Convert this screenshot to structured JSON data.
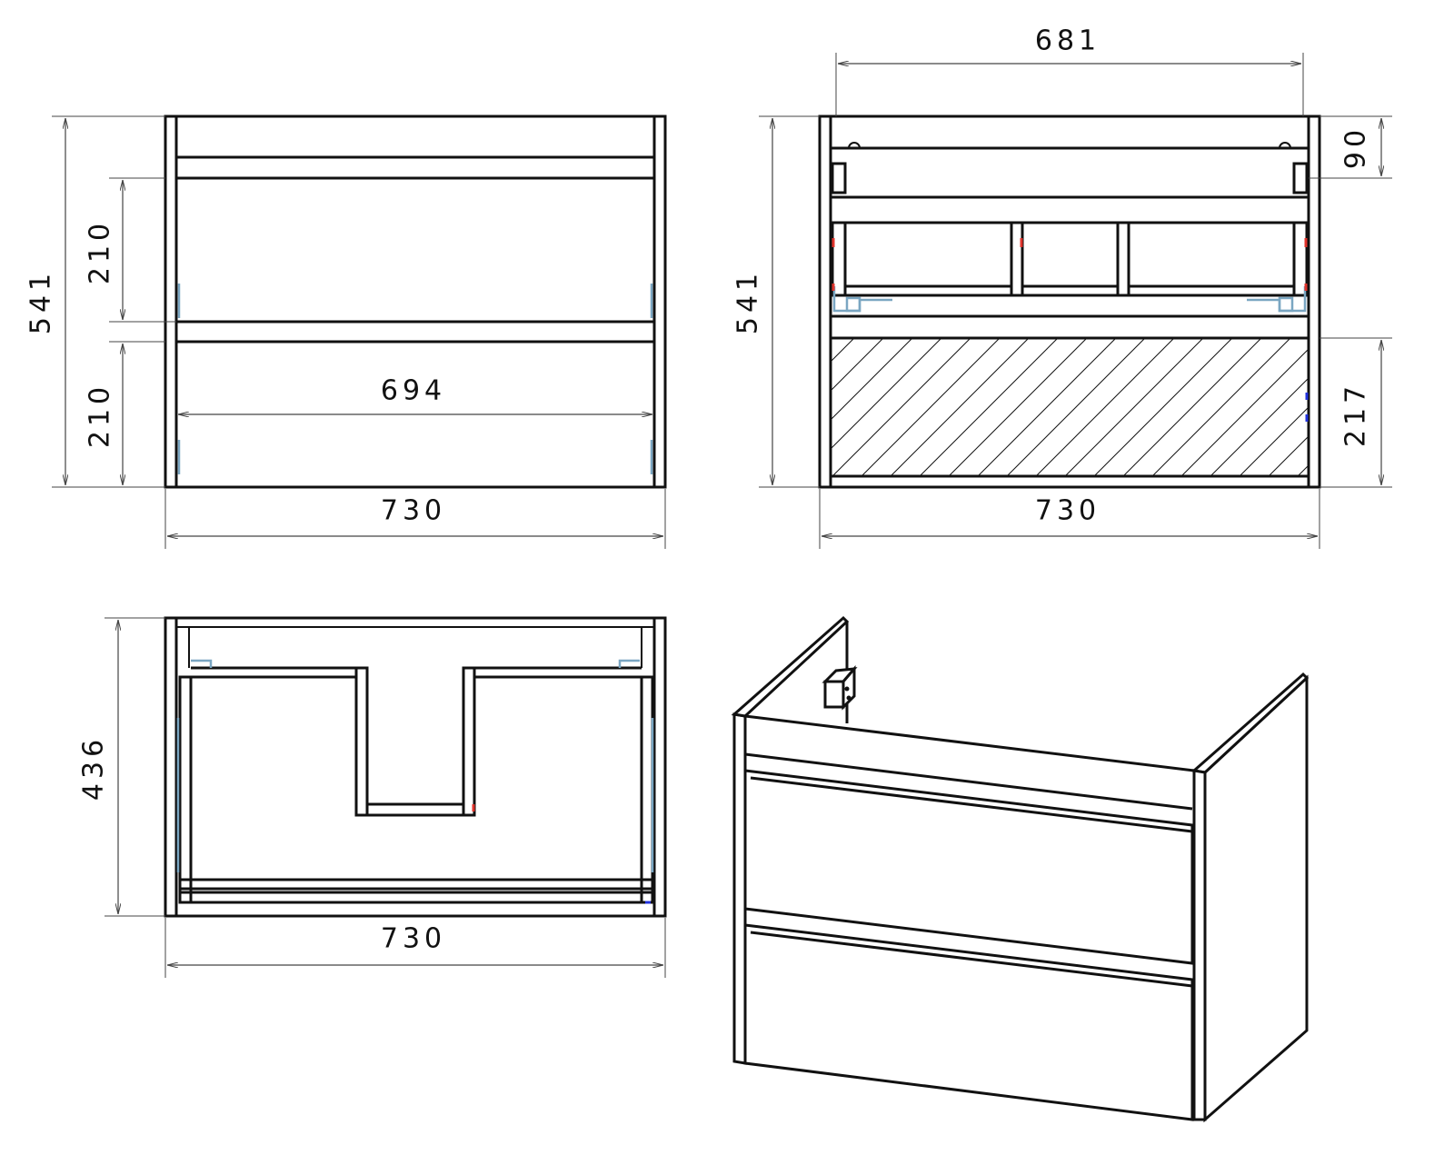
{
  "front_view": {
    "overall_height": "541",
    "upper_drawer_height": "210",
    "lower_drawer_height": "210",
    "inner_width": "694",
    "overall_width": "730"
  },
  "section_view": {
    "inner_width": "681",
    "top_height": "90",
    "overall_height": "541",
    "drawer_height": "217",
    "overall_width": "730"
  },
  "plan_view": {
    "overall_depth": "436",
    "overall_width": "730"
  },
  "colors": {
    "outline": "#111111",
    "dimension": "#444444",
    "hardware": "#7aa6c2",
    "marker_red": "#e0342c",
    "marker_blue": "#2233dd"
  }
}
